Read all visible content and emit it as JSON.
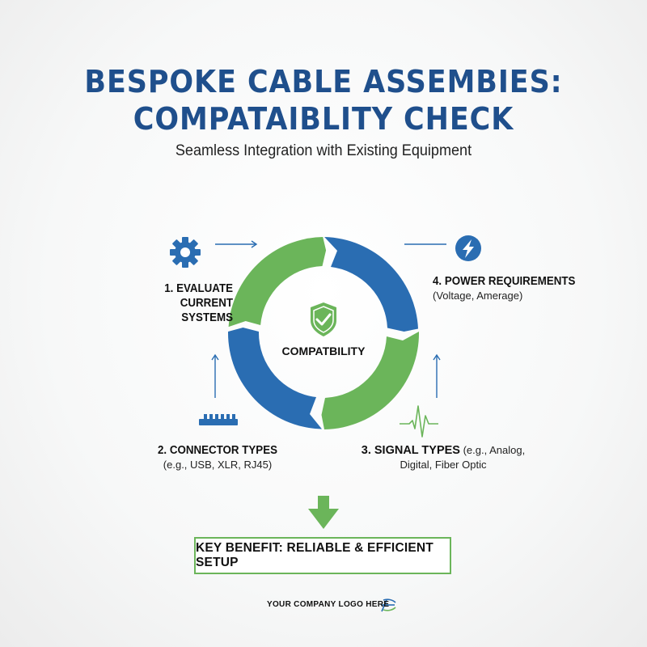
{
  "header": {
    "title_line1": "BESPOKE CABLE ASSEMBIES:",
    "title_line2": "COMPATAIBLITY CHECK",
    "subtitle": "Seamless Integration with Existing Equipment"
  },
  "cycle": {
    "center_label": "COMPATBILITY",
    "steps": [
      {
        "title_line1": "1. EVALUATE",
        "title_line2": "CURRENT SYSTEMS",
        "detail": ""
      },
      {
        "title_line1": "2. CONNECTOR TYPES",
        "title_line2": "",
        "detail": "(e.g., USB, XLR, RJ45)"
      },
      {
        "title_line1": "3. SIGNAL TYPES",
        "title_suffix": " (e.g., Analog,",
        "detail": "Digital, Fiber Optic"
      },
      {
        "title_line1": "4. POWER REQUIREMENTS",
        "title_line2": "",
        "detail": "(Voltage, Amerage)"
      }
    ]
  },
  "benefit": {
    "text": "KEY BENEFIT: RELIABLE & EFFICIENT SETUP"
  },
  "footer": {
    "logo_text": "YOUR COMPANY LOGO HERE"
  },
  "colors": {
    "blue": "#2a6db2",
    "green": "#6bb55a",
    "title_blue": "#1f4f8c"
  },
  "icons": [
    "gear-icon",
    "lightning-icon",
    "connector-icon",
    "waveform-icon",
    "shield-check-icon",
    "down-arrow-icon",
    "logo-icon"
  ]
}
